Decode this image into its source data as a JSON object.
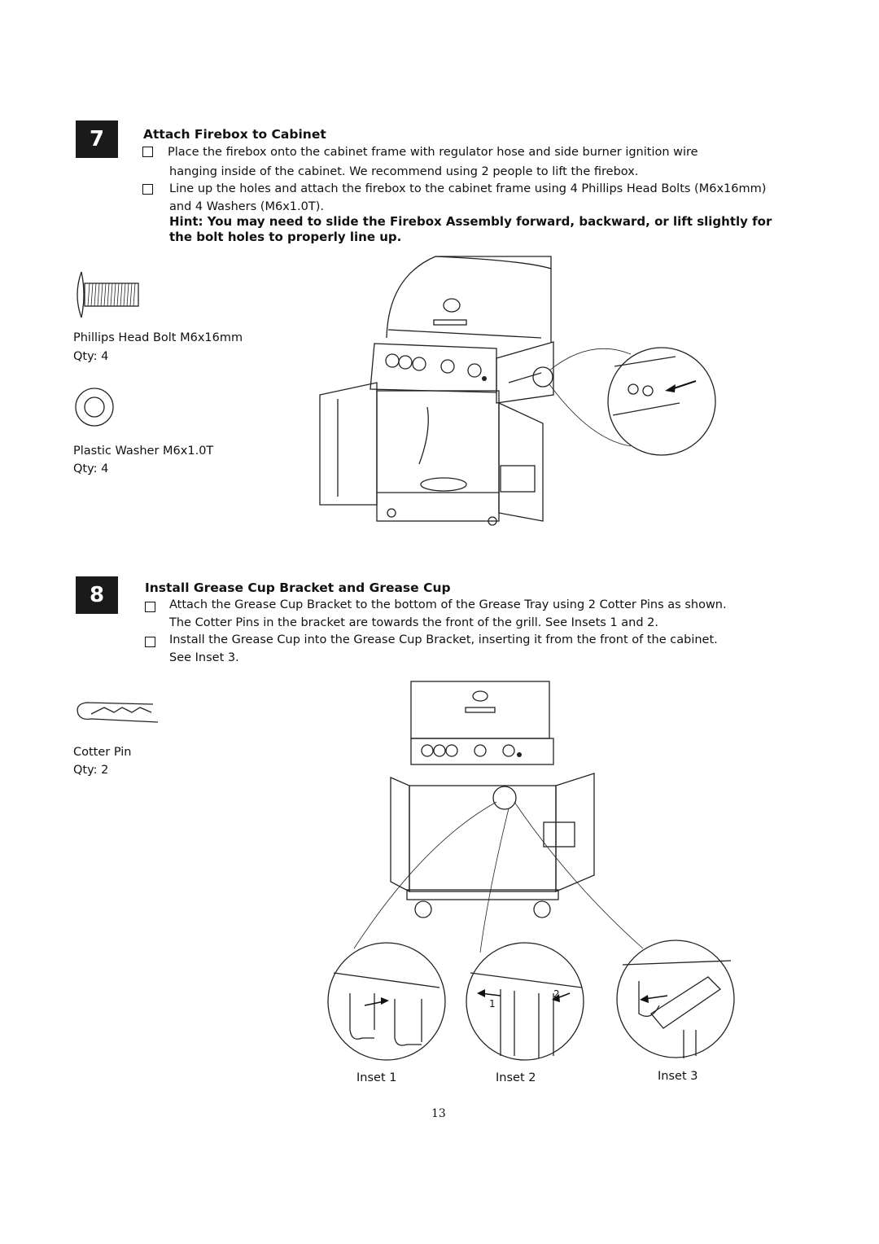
{
  "step7": {
    "number": "7",
    "title": "Attach Firebox to Cabinet",
    "items": [
      {
        "line1": "Place the firebox onto the cabinet frame with regulator hose and side burner ignition wire",
        "line2": "hanging inside of the cabinet. We recommend using 2 people to lift the firebox."
      },
      {
        "line1": "Line up the holes and attach the firebox to the cabinet frame using 4 Phillips Head Bolts (M6x16mm)",
        "line2": "and 4 Washers (M6x1.0T)."
      }
    ],
    "hint_line1": "Hint: You may need to slide the Firebox Assembly forward, backward, or lift slightly for",
    "hint_line2": "the bolt holes to properly line up.",
    "parts": [
      {
        "name": "Phillips Head Bolt M6x16mm",
        "qty": "Qty: 4",
        "icon": "bolt-icon"
      },
      {
        "name": "Plastic Washer M6x1.0T",
        "qty": "Qty: 4",
        "icon": "washer-icon"
      }
    ]
  },
  "step8": {
    "number": "8",
    "title": "Install Grease Cup Bracket and Grease Cup",
    "items": [
      {
        "line1": "Attach the Grease Cup Bracket to the bottom of the Grease Tray using 2 Cotter Pins as shown.",
        "line2": "The Cotter Pins in the bracket are towards the front of the grill. See Insets 1 and 2."
      },
      {
        "line1": "Install the Grease Cup into the Grease Cup Bracket, inserting it from the front of the cabinet.",
        "line2": "See Inset 3."
      }
    ],
    "parts": [
      {
        "name": "Cotter Pin",
        "qty": "Qty: 2",
        "icon": "cotter-pin-icon"
      }
    ],
    "insets": [
      "Inset 1",
      "Inset 2",
      "Inset 3"
    ],
    "inset_numbers": [
      "1",
      "2"
    ]
  },
  "page_number": "13"
}
